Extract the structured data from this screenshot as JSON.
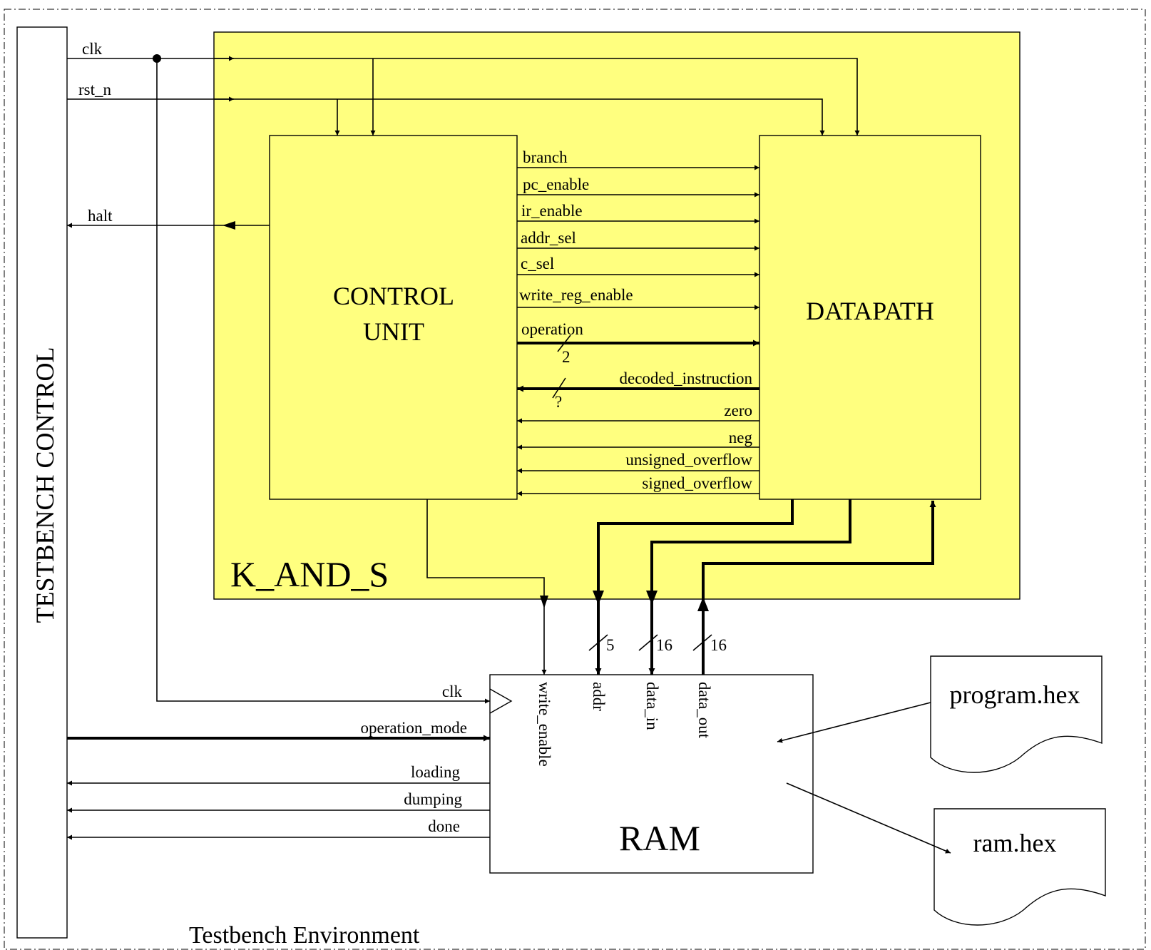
{
  "environment": {
    "label": "Testbench Environment"
  },
  "testbench_control": {
    "label": "TESTBENCH CONTROL"
  },
  "top_module": {
    "label": "K_AND_S",
    "fill": "#ffff7f"
  },
  "control_unit": {
    "line1": "CONTROL",
    "line2": "UNIT"
  },
  "datapath": {
    "label": "DATAPATH"
  },
  "ram": {
    "label": "RAM"
  },
  "files": {
    "program": "program.hex",
    "ram": "ram.hex"
  },
  "tb_signals": {
    "clk": "clk",
    "rst_n": "rst_n",
    "halt": "halt"
  },
  "cu_to_dp": [
    "branch",
    "pc_enable",
    "ir_enable",
    "addr_sel",
    "c_sel",
    "write_reg_enable",
    "operation"
  ],
  "dp_to_cu": [
    "decoded_instruction",
    "zero",
    "neg",
    "unsigned_overflow",
    "signed_overflow"
  ],
  "bus_widths": {
    "operation": "2",
    "decoded_instruction": "?",
    "addr": "5",
    "data_in": "16",
    "data_out": "16"
  },
  "ram_ports_top": [
    "write_enable",
    "addr",
    "data_in",
    "data_out"
  ],
  "ram_ports_left": {
    "clk": "clk",
    "operation_mode": "operation_mode",
    "loading": "loading",
    "dumping": "dumping",
    "done": "done"
  }
}
